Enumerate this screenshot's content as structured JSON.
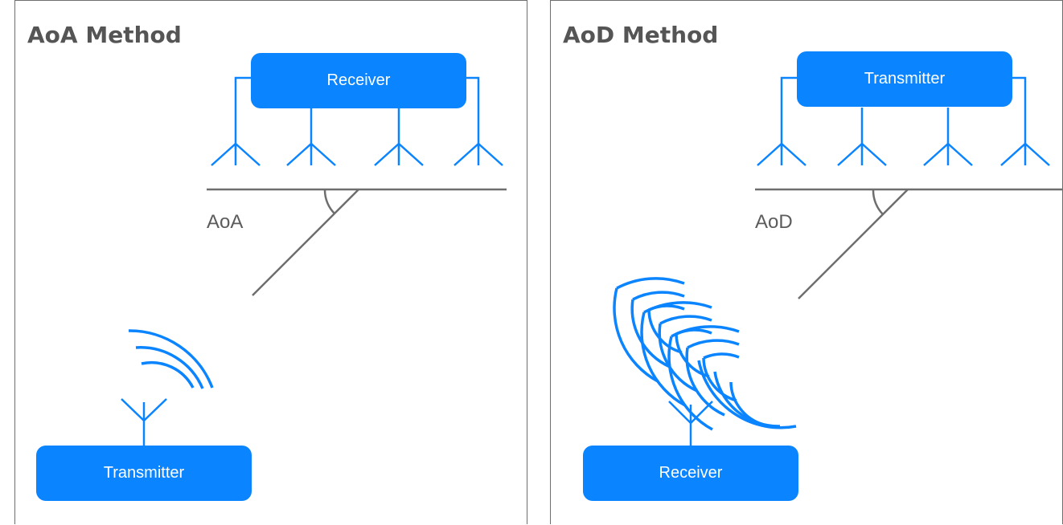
{
  "colors": {
    "accent_blue": "#0a84ff",
    "line_gray": "#6e6e6e",
    "title_gray": "#555555"
  },
  "aoa_panel": {
    "title": "AoA Method",
    "array_device_label": "Receiver",
    "remote_device_label": "Transmitter",
    "angle_label": "AoA"
  },
  "aod_panel": {
    "title": "AoD Method",
    "array_device_label": "Transmitter",
    "remote_device_label": "Receiver",
    "angle_label": "AoD"
  }
}
